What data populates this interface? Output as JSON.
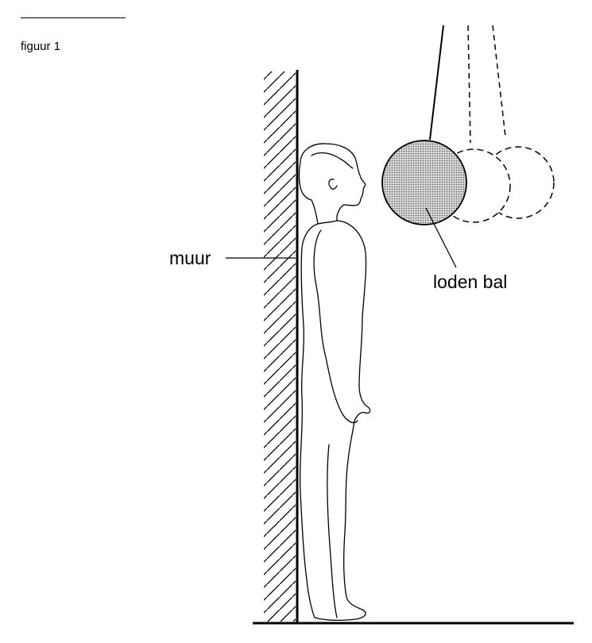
{
  "figure": {
    "caption": "figuur 1"
  },
  "labels": {
    "wall": "muur",
    "ball": "loden bal"
  }
}
